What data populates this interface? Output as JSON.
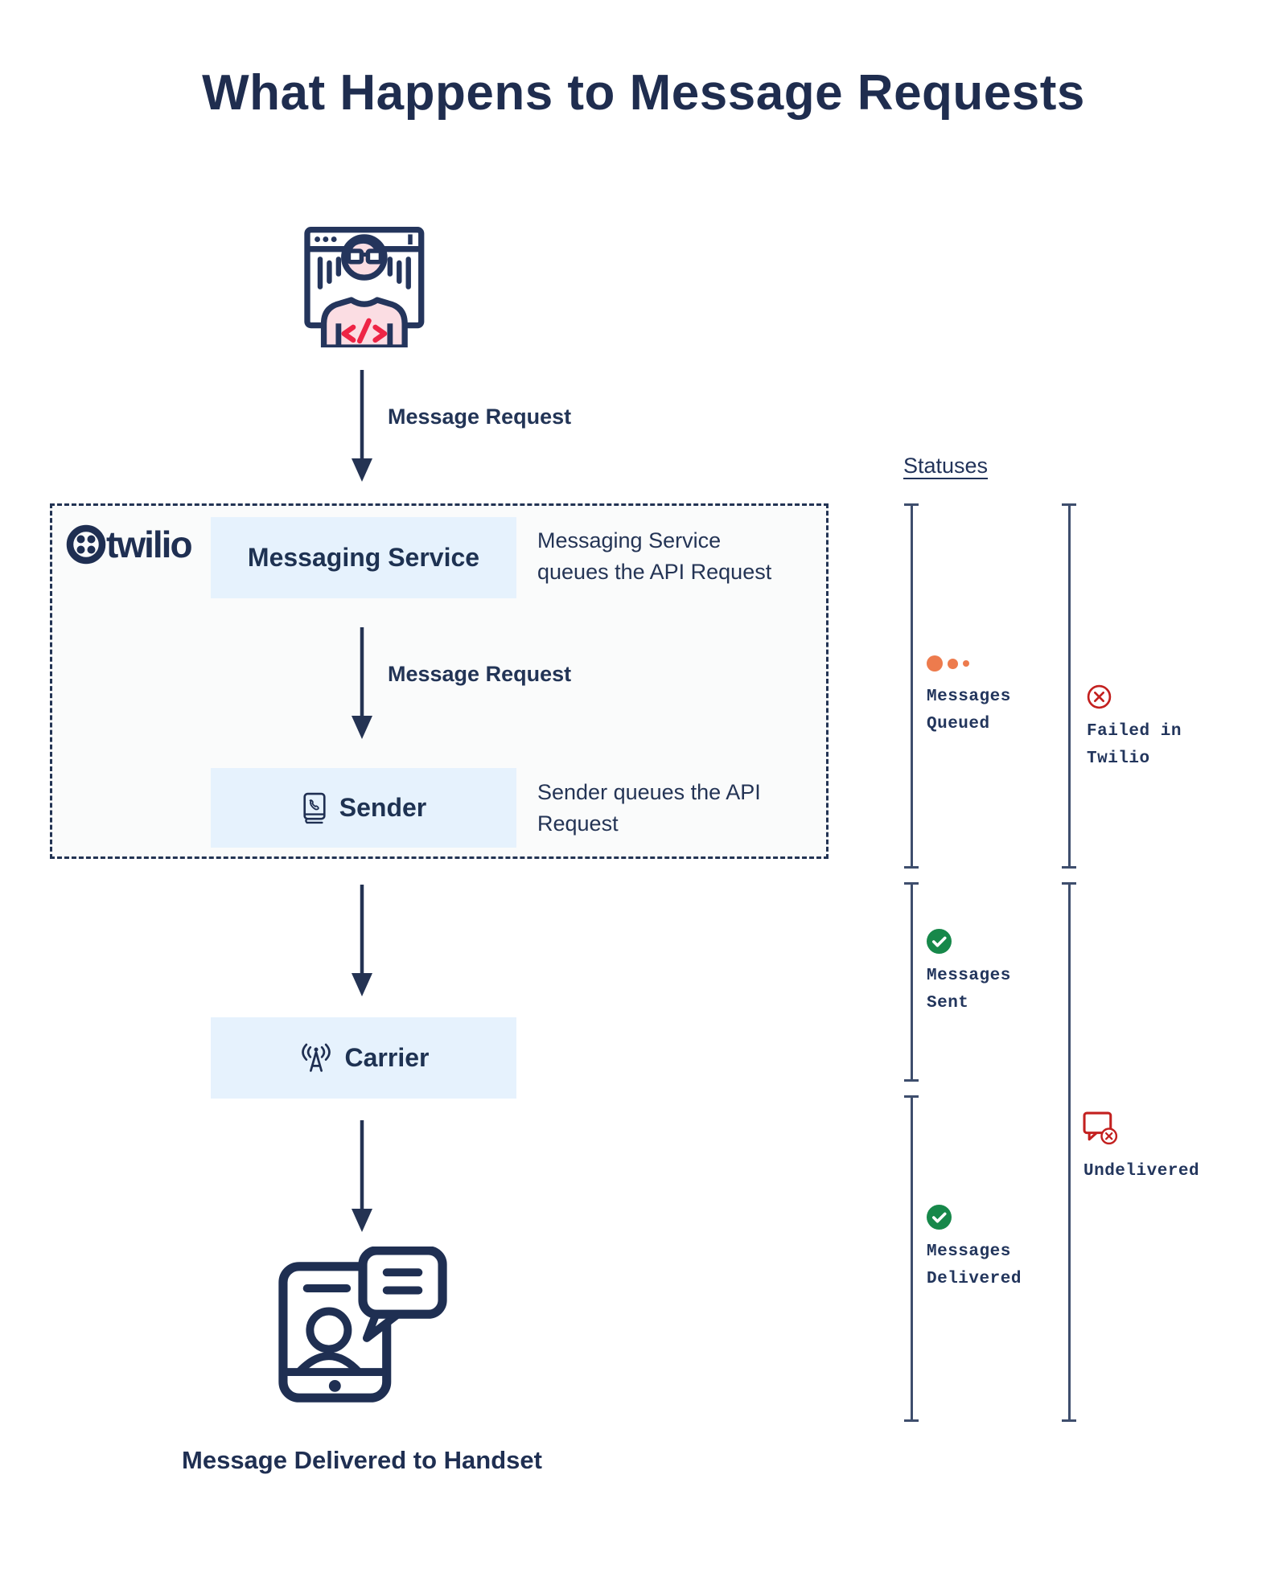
{
  "title": "What Happens to Message Requests",
  "flow": {
    "request_label": "Message Request",
    "twilio_wordmark": "twilio",
    "messaging_service": {
      "label": "Messaging Service",
      "caption": "Messaging Service\nqueues the API Request"
    },
    "sender": {
      "label": "Sender",
      "caption": "Sender queues the API\nRequest"
    },
    "carrier": {
      "label": "Carrier"
    },
    "handset_caption": "Message Delivered to Handset"
  },
  "statuses": {
    "heading": "Statuses",
    "items": [
      {
        "id": "messages-queued",
        "label": "Messages\nQueued",
        "icon": "queued-dots-icon",
        "color": "#ed7b4d"
      },
      {
        "id": "failed-in-twilio",
        "label": "Failed in\nTwilio",
        "icon": "failed-circle-x-icon",
        "color": "#c3201f"
      },
      {
        "id": "messages-sent",
        "label": "Messages\nSent",
        "icon": "check-circle-icon",
        "color": "#17884a"
      },
      {
        "id": "messages-delivered",
        "label": "Messages\nDelivered",
        "icon": "check-circle-icon",
        "color": "#17884a"
      },
      {
        "id": "undelivered",
        "label": "Undelivered",
        "icon": "undelivered-bubble-icon",
        "color": "#c3201f"
      }
    ]
  },
  "colors": {
    "navy_text": "#1f2d4f",
    "arrow": "#243353",
    "box_fill": "#e6f2fd",
    "dashed_fill": "#fafbfb",
    "bracket_line": "#3e4e6d",
    "orange_queued": "#ed7b4d",
    "green_success": "#17884a",
    "red_failure": "#c3201f",
    "shirt_pink": "#fbdde3",
    "code_red": "#ee2445"
  }
}
